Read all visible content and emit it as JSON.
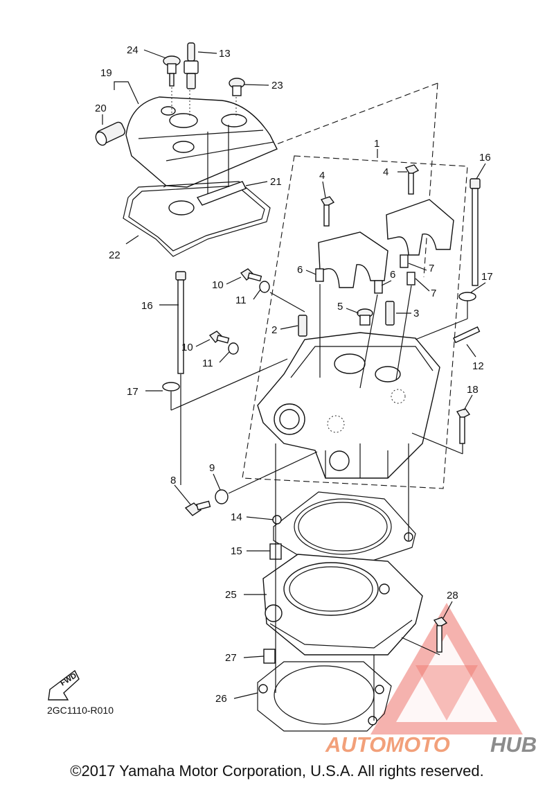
{
  "diagram": {
    "drawing_code": "2GC1110-R010",
    "copyright": "©2017 Yamaha Motor Corporation, U.S.A. All rights reserved.",
    "fwd_label": "FWD",
    "watermark": {
      "part1": "AUTOMOTO",
      "part2": "HUB",
      "color_primary": "#f2a07a",
      "color_secondary": "#8c8c8c",
      "logo_color": "#e8463a"
    },
    "callouts": [
      "1",
      "2",
      "3",
      "4",
      "4",
      "5",
      "6",
      "6",
      "7",
      "7",
      "8",
      "9",
      "10",
      "10",
      "11",
      "11",
      "12",
      "13",
      "14",
      "15",
      "16",
      "16",
      "17",
      "17",
      "18",
      "19",
      "20",
      "21",
      "22",
      "23",
      "24",
      "25",
      "26",
      "27",
      "28"
    ]
  }
}
